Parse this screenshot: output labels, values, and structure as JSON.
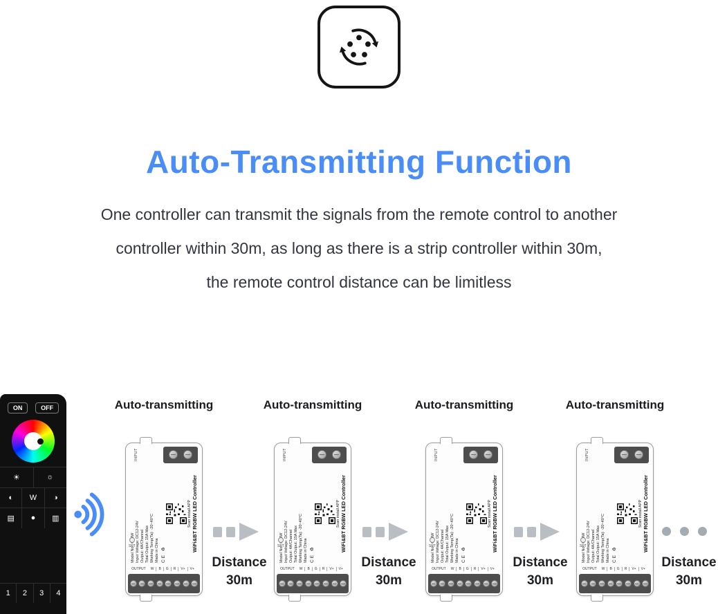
{
  "header": {
    "title": "Auto-Transmitting Function",
    "description_lines": [
      "One controller can transmit the signals from the remote control to another",
      "controller within 30m, as long as there is a strip controller within 30m,",
      "the remote control distance can be limitless"
    ]
  },
  "colors": {
    "accent_blue": "#4a8df7",
    "arrow_gray": "#b9bec4",
    "text_dark": "#33353e"
  },
  "remote": {
    "on_label": "ON",
    "off_label": "OFF",
    "rows": [
      [
        "☀",
        "☼"
      ],
      [
        "◐",
        "W",
        "◑"
      ],
      [
        "▤",
        "●",
        "▥"
      ]
    ],
    "zones": [
      "1",
      "2",
      "3",
      "4"
    ]
  },
  "diagram": {
    "auto_label": "Auto-transmitting",
    "distance_line1": "Distance",
    "distance_line2": "30m",
    "controller": {
      "title": "WiFi&BT RGBW LED Controller",
      "specs": [
        "Model No.: C04W",
        "Input Voltage: DC12-24V",
        "Output: 4A/Channel",
        "Total Output: 15A Max",
        "Working Temp(Ta): -20~40°C",
        "Made in China"
      ],
      "certs": "CE ♻",
      "scan_caption": "Scan install APP",
      "set_label": "SET",
      "input_label": "INPUT",
      "output_label": "OUTPUT",
      "output_pins": [
        "W",
        "B",
        "G",
        "R",
        "V+",
        "V+"
      ]
    }
  }
}
